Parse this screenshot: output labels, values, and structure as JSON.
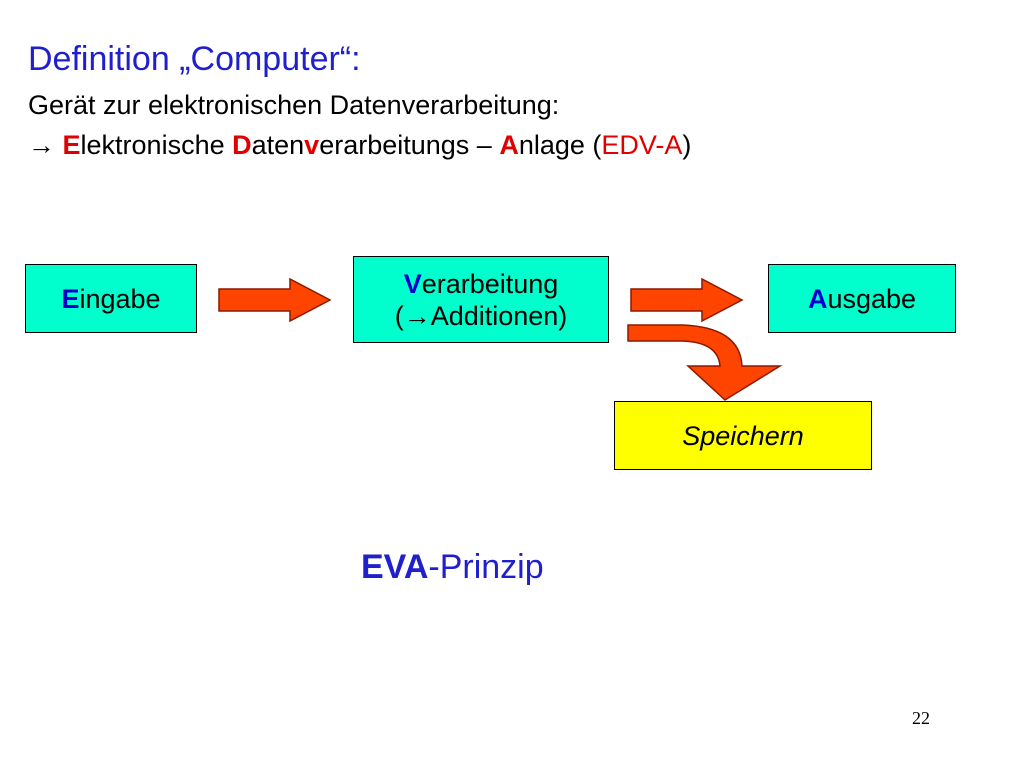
{
  "header": {
    "title": "Definition „Computer“:",
    "definition": "Gerät zur elektronischen Datenverarbeitung:",
    "expansion": {
      "arrow_symbol": "→",
      "e_letter": "E",
      "e_rest": "lektronische ",
      "d_letter": "D",
      "d_rest": "aten",
      "v_letter": "v",
      "v_rest": "erarbeitungs – ",
      "a_letter": "A",
      "a_rest": "nlage (",
      "abbreviation": "EDV-A",
      "close": ")"
    }
  },
  "diagram": {
    "eingabe": {
      "letter": "E",
      "rest": "ingabe"
    },
    "verarbeitung": {
      "letter": "V",
      "rest": "erarbeitung",
      "sub_open": "(",
      "sub_arrow": "→",
      "sub_text": "Additionen)"
    },
    "ausgabe": {
      "letter": "A",
      "rest": "usgabe"
    },
    "speichern": {
      "label": "Speichern"
    }
  },
  "principle": {
    "bold": "EVA",
    "rest": "-Prinzip"
  },
  "footer": {
    "page_number": "22"
  },
  "colors": {
    "title_blue": "#1f1fcc",
    "accent_red": "#e00000",
    "letter_blue": "#0000cc",
    "teal_box": "#00ffcc",
    "yellow_box": "#ffff00",
    "arrow_fill": "#ff4400"
  },
  "icons": [
    "right-arrow-icon",
    "curved-down-arrow-icon"
  ]
}
